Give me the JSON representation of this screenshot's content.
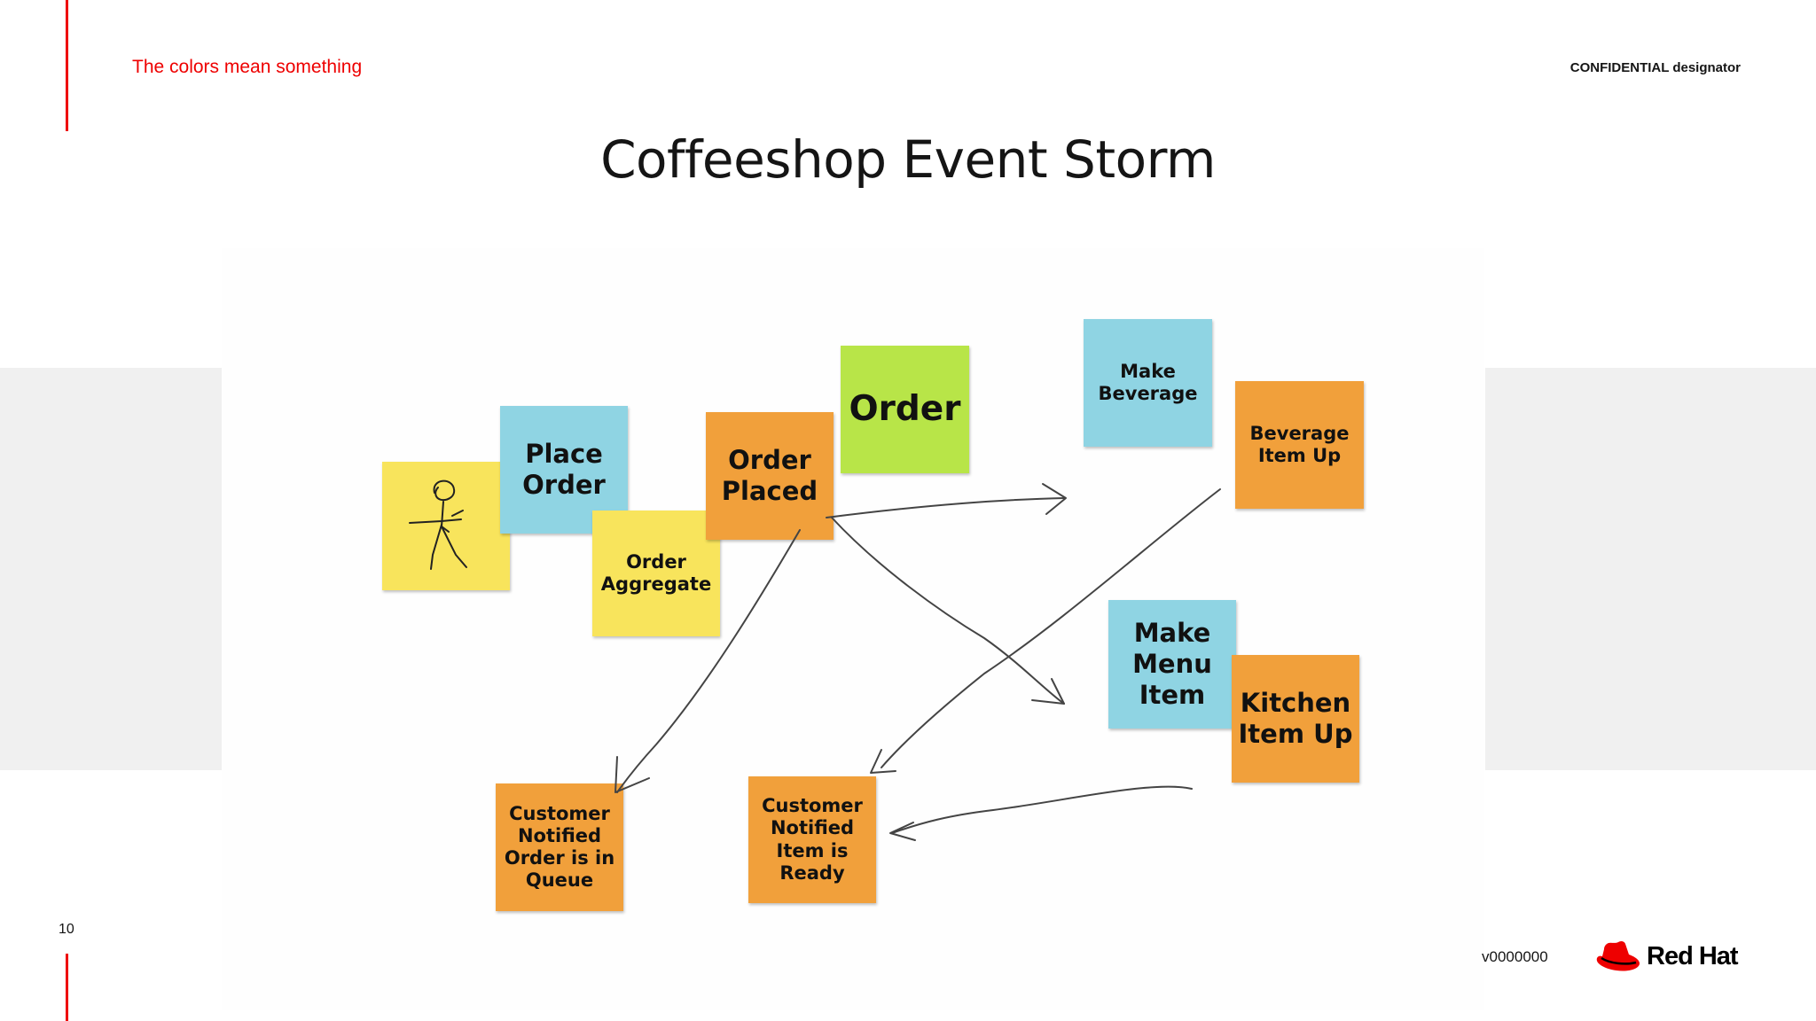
{
  "header": {
    "section_label": "The colors mean something",
    "confidential": "CONFIDENTIAL designator"
  },
  "title": "Coffeeshop Event Storm",
  "notes": {
    "actor": "",
    "place_order": "Place Order",
    "order_aggregate": "Order Aggregate",
    "order_placed": "Order Placed",
    "order": "Order",
    "make_beverage": "Make Beverage",
    "beverage_item_up": "Beverage Item Up",
    "make_menu_item": "Make Menu Item",
    "kitchen_item_up": "Kitchen Item Up",
    "customer_notified_queue": "Customer Notified Order is in Queue",
    "customer_notified_ready": "Customer Notified Item is Ready"
  },
  "colors": {
    "yellow": "#f8e45c",
    "blue": "#8fd4e3",
    "orange": "#f1a03b",
    "green": "#b8e548",
    "accent_red": "#ee0000"
  },
  "footer": {
    "page_number": "10",
    "version": "v0000000",
    "logo_text": "Red Hat"
  },
  "icons": {
    "logo": "red-hat-fedora-icon",
    "actor": "stick-figure-icon"
  }
}
